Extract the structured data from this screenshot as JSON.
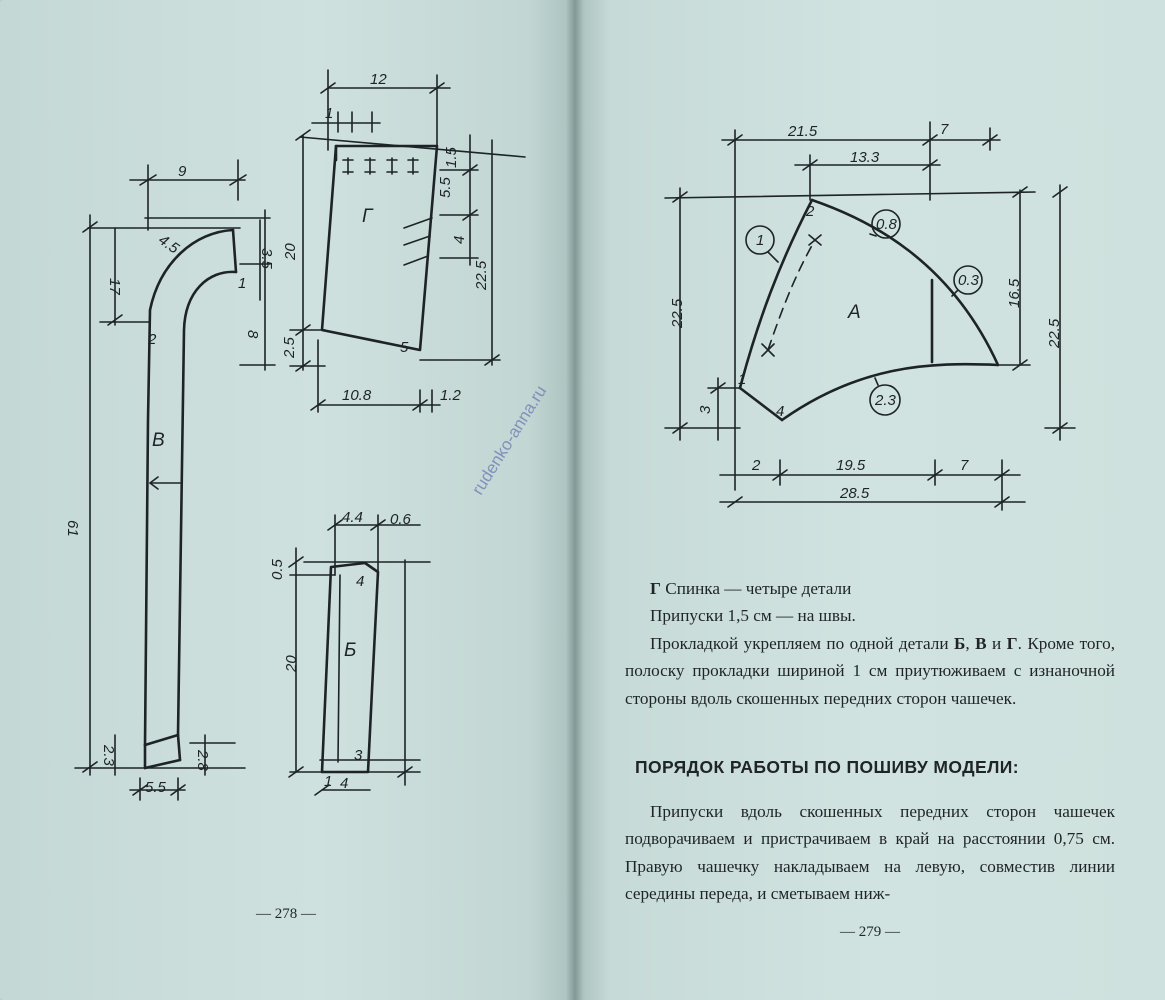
{
  "left_page": {
    "page_number": "— 278 —",
    "drawing_V": {
      "label": "В",
      "dims": {
        "top_width": "9",
        "curve": "4.5",
        "right_top": "3.5",
        "right_mid": "8",
        "left_upper": "17",
        "total_height": "61",
        "bottom_left": "2.3",
        "bottom_right": "2.8",
        "bottom_width": "5.5"
      },
      "points": {
        "p1": "1",
        "p2": "2"
      }
    },
    "drawing_G": {
      "label": "Г",
      "dims": {
        "top_width": "12",
        "small_top": "1",
        "right_top": "1.5",
        "right_5_5": "5.5",
        "right_4": "4",
        "right_22_5": "22.5",
        "left_20": "20",
        "left_bottom": "2.5",
        "bottom": "10.8",
        "bottom_right": "1.2"
      },
      "points": {
        "p5": "5"
      }
    },
    "drawing_B": {
      "label": "Б",
      "dims": {
        "top_width": "4.4",
        "top_right": "0.6",
        "top_left": "0.5",
        "left_20": "20",
        "bottom_width": "4",
        "bottom_left": "1"
      },
      "points": {
        "p3": "3",
        "p4": "4"
      }
    }
  },
  "right_page": {
    "page_number": "— 279 —",
    "drawing_A": {
      "label": "А",
      "dims": {
        "top_left": "21.5",
        "top_right": "7",
        "top_inner": "13.3",
        "left": "22.5",
        "left_small": "3",
        "right_inner": "16.5",
        "right_outer": "22.5",
        "bottom_a": "2",
        "bottom_b": "19.5",
        "bottom_c": "7",
        "bottom_total": "28.5"
      },
      "points": {
        "p1": "1",
        "p2": "2",
        "p4": "4"
      },
      "circles": {
        "c1": "1",
        "c2": "0.8",
        "c3": "0.3",
        "c4": "2.3"
      }
    },
    "text": {
      "line1_bold": "Г",
      "line1_rest": " Спинка — четыре детали",
      "line2": "Припуски 1,5 см — на швы.",
      "para3_a": "Прокладкой укрепляем по одной детали ",
      "para3_b1": "Б",
      "para3_comma": ", ",
      "para3_b2": "В",
      "para3_and": " и ",
      "para3_b3": "Г",
      "para3_rest": ". Кроме того, полоску прокладки шириной 1 см приутюживаем с изнаночной стороны вдоль скошенных передних сторон чашечек.",
      "heading": "ПОРЯДОК РАБОТЫ ПО ПОШИВУ МОДЕЛИ:",
      "para4": "Припуски вдоль скошенных передних сторон чашечек подворачиваем и пристрачиваем в край на расстоянии 0,75 см. Правую чашечку накладываем на левую, совместив линии середины переда, и сметываем ниж-"
    }
  },
  "watermark": "rudenko-anna.ru"
}
